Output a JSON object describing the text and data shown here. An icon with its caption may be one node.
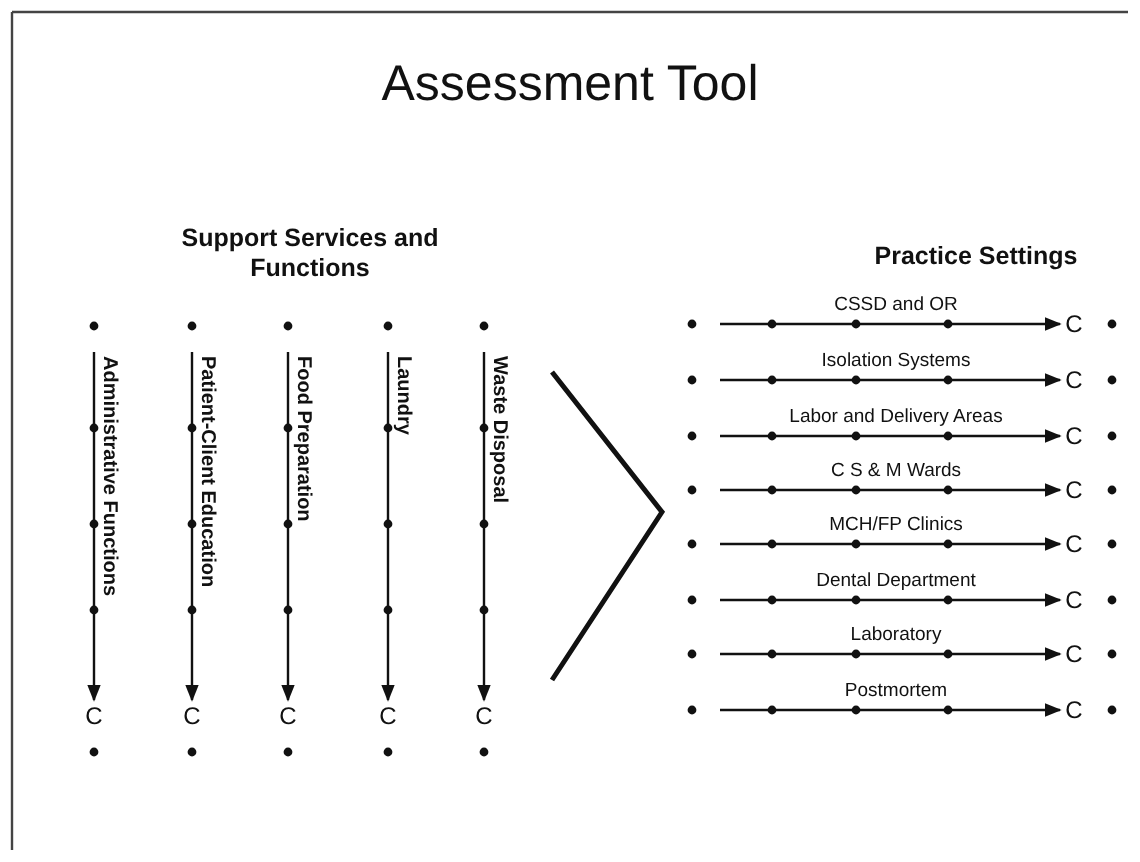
{
  "diagram": {
    "title": "Assessment Tool",
    "nodes": [
      {
        "text": [
          "C"
        ]
      },
      {
        "text": [
          "C"
        ]
      },
      {
        "text": [
          "C"
        ]
      },
      {
        "text": [
          "C"
        ]
      },
      {
        "text": [
          "C"
        ]
      },
      {
        "text": [
          "C"
        ]
      },
      {
        "text": [
          "C"
        ]
      },
      {
        "text": [
          "C"
        ]
      },
      {
        "text": [
          "C"
        ]
      },
      {
        "text": [
          "C"
        ]
      },
      {
        "text": [
          "C"
        ]
      },
      {
        "text": [
          "C"
        ]
      },
      {
        "text": [
          "C"
        ]
      }
    ],
    "edges": [
      {
        "from": null,
        "to": 0,
        "arrow": "to",
        "label": "Administrative Functions"
      },
      {
        "from": null,
        "to": 1,
        "arrow": "to",
        "label": "Patient-Client Education"
      },
      {
        "from": null,
        "to": 2,
        "arrow": "to",
        "label": "Food Preparation"
      },
      {
        "from": null,
        "to": 3,
        "arrow": "to",
        "label": "Laundry"
      },
      {
        "from": null,
        "to": 4,
        "arrow": "to",
        "label": "Waste Disposal"
      },
      {
        "from": null,
        "to": 5,
        "arrow": "to",
        "label": "CSSD and OR"
      },
      {
        "from": null,
        "to": 6,
        "arrow": "to",
        "label": "Isolation Systems"
      },
      {
        "from": null,
        "to": 7,
        "arrow": "to",
        "label": "Labor and Delivery Areas"
      },
      {
        "from": null,
        "to": 8,
        "arrow": "to",
        "label": "C S & M Wards"
      },
      {
        "from": null,
        "to": 9,
        "arrow": "to",
        "label": "MCH/FP Clinics"
      },
      {
        "from": null,
        "to": 10,
        "arrow": "to",
        "label": "Dental Department"
      },
      {
        "from": null,
        "to": 11,
        "arrow": "to",
        "label": "Laboratory"
      },
      {
        "from": null,
        "to": 12,
        "arrow": "to",
        "label": "Postmortem"
      }
    ],
    "labels": [
      "Support Services and Functions",
      "Practice Settings"
    ]
  }
}
